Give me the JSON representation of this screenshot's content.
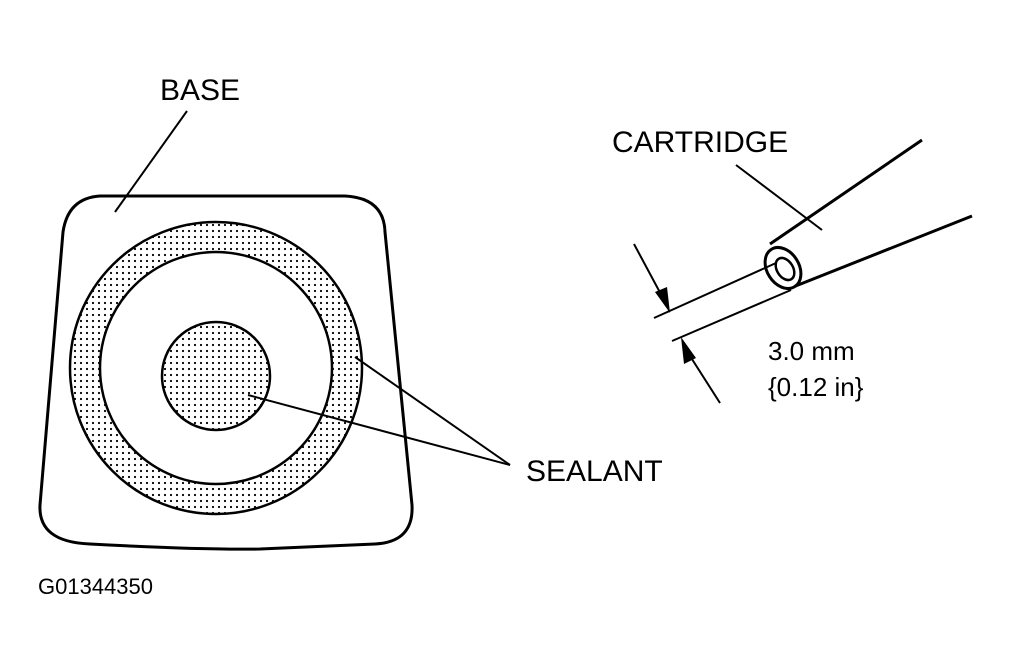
{
  "labels": {
    "base": "BASE",
    "cartridge": "CARTRIDGE",
    "sealant": "SEALANT",
    "dimension_mm": "3.0 mm",
    "dimension_in": "{0.12 in}",
    "figure_id": "G01344350"
  },
  "colors": {
    "line": "#000000",
    "background": "#ffffff",
    "sealant_dots": "#000000"
  }
}
